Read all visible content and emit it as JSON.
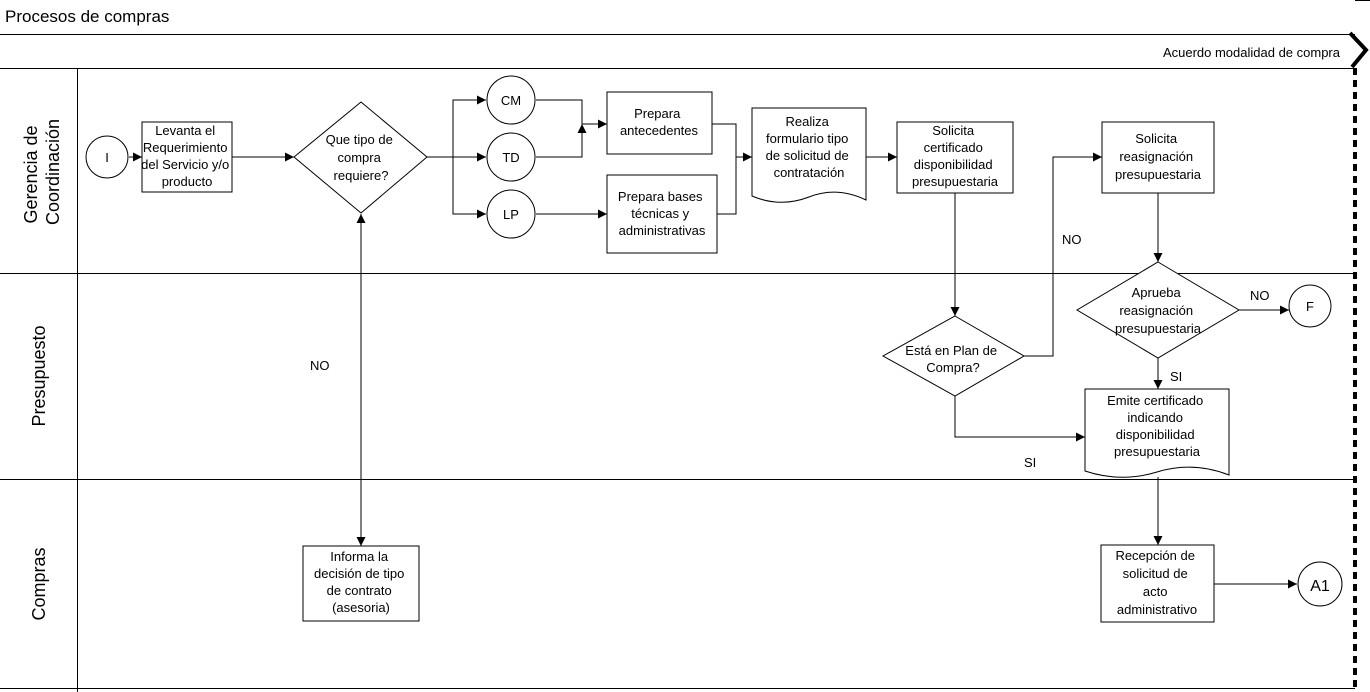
{
  "title": "Procesos de compras",
  "phase_label": "Acuerdo modalidad de compra",
  "lanes": [
    {
      "id": "gerencia",
      "label_lines": [
        "Gerencia de",
        "Coordinación"
      ]
    },
    {
      "id": "presupuesto",
      "label_lines": [
        "Presupuesto"
      ]
    },
    {
      "id": "compras",
      "label_lines": [
        "Compras"
      ]
    }
  ],
  "nodes": {
    "start": {
      "lines": [
        "I"
      ]
    },
    "levanta": {
      "lines": [
        "Levanta el",
        "Requerimiento",
        "del Servicio y/o",
        "producto"
      ]
    },
    "tipo_compra": {
      "lines": [
        "Que tipo de",
        "compra",
        "requiere?"
      ]
    },
    "cm": {
      "lines": [
        "CM"
      ]
    },
    "td": {
      "lines": [
        "TD"
      ]
    },
    "lp": {
      "lines": [
        "LP"
      ]
    },
    "prepara_ant": {
      "lines": [
        "Prepara",
        "antecedentes"
      ]
    },
    "prepara_bases": {
      "lines": [
        "Prepara bases",
        "técnicas y",
        "administrativas"
      ]
    },
    "formulario": {
      "lines": [
        "Realiza",
        "formulario tipo",
        "de solicitud de",
        "contratación"
      ]
    },
    "solicita_cert": {
      "lines": [
        "Solicita",
        "certificado",
        "disponibilidad",
        "presupuestaria"
      ]
    },
    "solicita_reasig": {
      "lines": [
        "Solicita",
        "reasignación",
        "presupuestaria"
      ]
    },
    "plan_compra": {
      "lines": [
        "Está en Plan de",
        "Compra?"
      ]
    },
    "aprueba": {
      "lines": [
        "Aprueba",
        "reasignación",
        "presupuestaria"
      ]
    },
    "end": {
      "lines": [
        "F"
      ]
    },
    "emite": {
      "lines": [
        "Emite certificado",
        "indicando",
        "disponibilidad",
        "presupuestaria"
      ]
    },
    "informa": {
      "lines": [
        "Informa la",
        "decisión de tipo",
        "de contrato",
        "(asesoria)"
      ]
    },
    "recepcion": {
      "lines": [
        "Recepción de",
        "solicitud de",
        "acto",
        "administrativo"
      ]
    },
    "a1": {
      "lines": [
        "A1"
      ]
    }
  },
  "edge_labels": {
    "no_informa": "NO",
    "no_plan": "NO",
    "no_aprueba": "NO",
    "si_aprueba": "SI",
    "si_plan": "SI"
  }
}
